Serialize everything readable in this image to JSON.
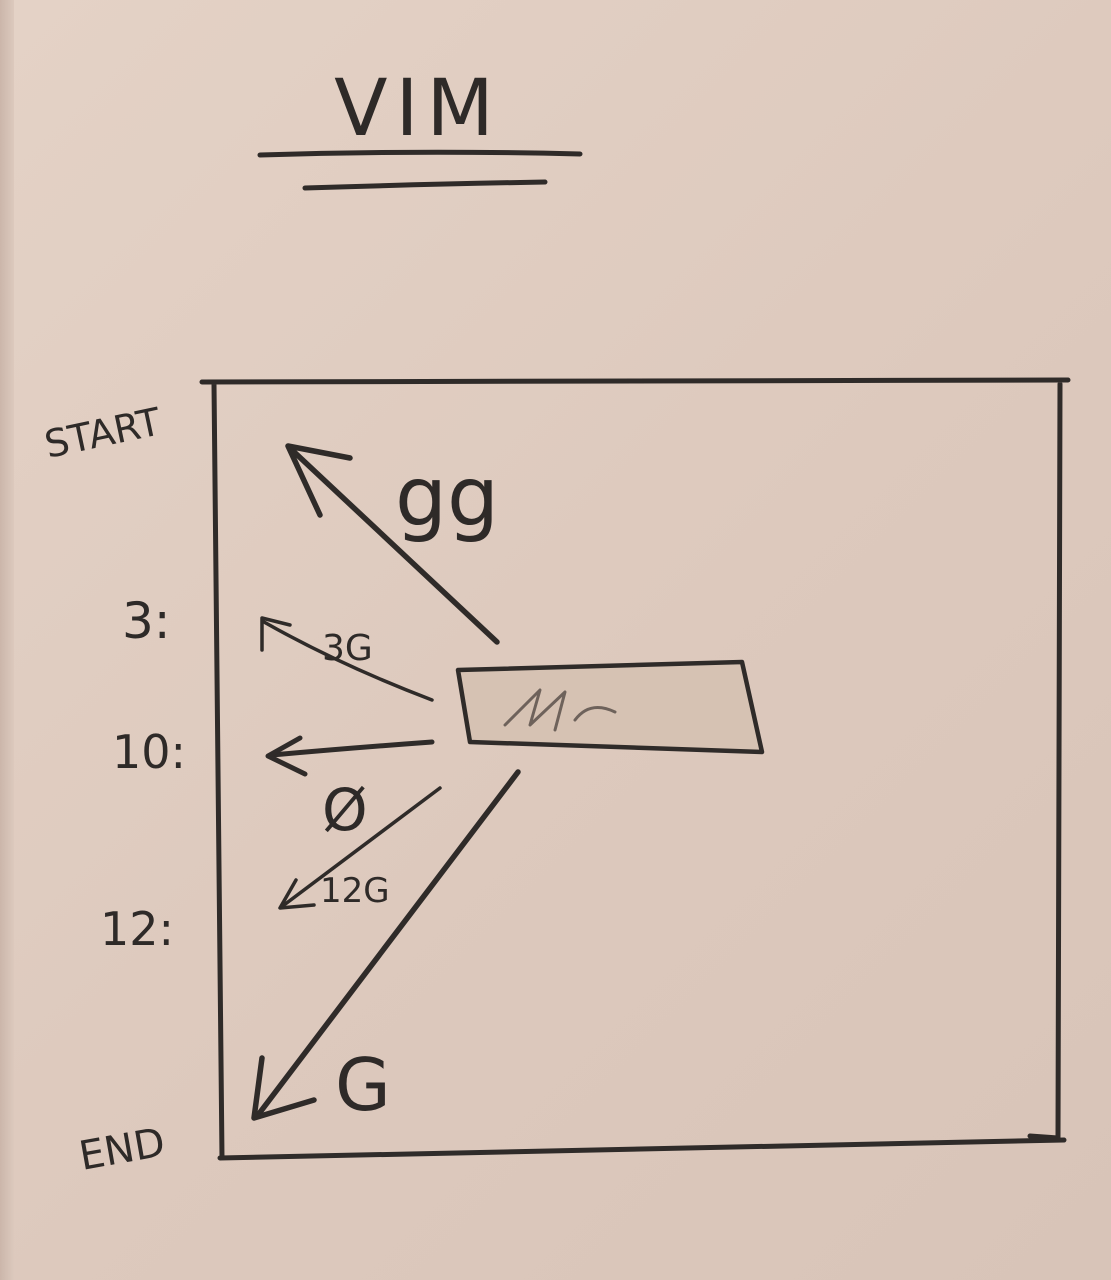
{
  "title": "VIM",
  "side_labels": {
    "start": "START",
    "line3": "3:",
    "line10": "10:",
    "line12": "12:",
    "end": "END"
  },
  "cursor": {
    "label": "cursor"
  },
  "commands": {
    "gg": "gg",
    "g3": "3G",
    "zero": "Ø",
    "g12": "12G",
    "g_end": "G"
  },
  "colors": {
    "paper": "#e4d2c6",
    "pencil": "#2f2b29",
    "cursor_fill": "#d6c2b3"
  }
}
